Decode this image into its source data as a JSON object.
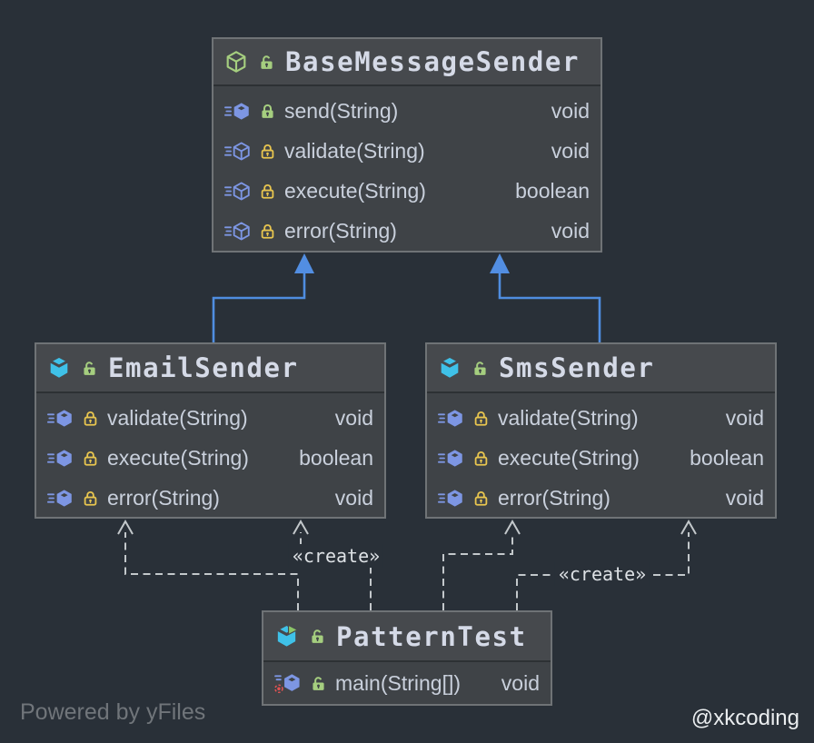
{
  "canvas": {
    "watermark": "Powered by yFiles",
    "credit": "@xkcoding",
    "bg_color": "#293038"
  },
  "colors": {
    "inheritance_edge": "#4f8de0",
    "dependency_edge": "#c3c8cb",
    "class_green": "#a5ce7f",
    "method_blue": "#7d96e3",
    "class_cyan": "#3fc1e8",
    "lock_yellow": "#e9c64f",
    "run_badge_red": "#e35252",
    "play_green": "#8cc568",
    "box_fill": "#3f4347",
    "box_border": "#6f7376"
  },
  "classes": [
    {
      "name": "BaseMessageSender",
      "kind": "abstract class",
      "visibility": "public",
      "methods": [
        {
          "name": "send(String)",
          "returns": "void",
          "kind": "method",
          "visibility": "public"
        },
        {
          "name": "validate(String)",
          "returns": "void",
          "kind": "abstract method",
          "visibility": "protected"
        },
        {
          "name": "execute(String)",
          "returns": "boolean",
          "kind": "abstract method",
          "visibility": "protected"
        },
        {
          "name": "error(String)",
          "returns": "void",
          "kind": "abstract method",
          "visibility": "protected"
        }
      ]
    },
    {
      "name": "EmailSender",
      "kind": "class",
      "visibility": "public",
      "methods": [
        {
          "name": "validate(String)",
          "returns": "void",
          "kind": "method",
          "visibility": "protected"
        },
        {
          "name": "execute(String)",
          "returns": "boolean",
          "kind": "method",
          "visibility": "protected"
        },
        {
          "name": "error(String)",
          "returns": "void",
          "kind": "method",
          "visibility": "protected"
        }
      ]
    },
    {
      "name": "SmsSender",
      "kind": "class",
      "visibility": "public",
      "methods": [
        {
          "name": "validate(String)",
          "returns": "void",
          "kind": "method",
          "visibility": "protected"
        },
        {
          "name": "execute(String)",
          "returns": "boolean",
          "kind": "method",
          "visibility": "protected"
        },
        {
          "name": "error(String)",
          "returns": "void",
          "kind": "method",
          "visibility": "protected"
        }
      ]
    },
    {
      "name": "PatternTest",
      "kind": "runnable class",
      "visibility": "public",
      "methods": [
        {
          "name": "main(String[])",
          "returns": "void",
          "kind": "main method",
          "visibility": "public"
        }
      ]
    }
  ],
  "edges": {
    "create_label_left": "«create»",
    "create_label_right": "«create»",
    "inheritance": [
      {
        "from": "EmailSender",
        "to": "BaseMessageSender"
      },
      {
        "from": "SmsSender",
        "to": "BaseMessageSender"
      }
    ],
    "dependency": [
      {
        "from": "PatternTest",
        "to": "EmailSender"
      },
      {
        "from": "PatternTest",
        "to": "EmailSender",
        "label": "«create»"
      },
      {
        "from": "PatternTest",
        "to": "SmsSender"
      },
      {
        "from": "PatternTest",
        "to": "SmsSender",
        "label": "«create»"
      }
    ]
  }
}
